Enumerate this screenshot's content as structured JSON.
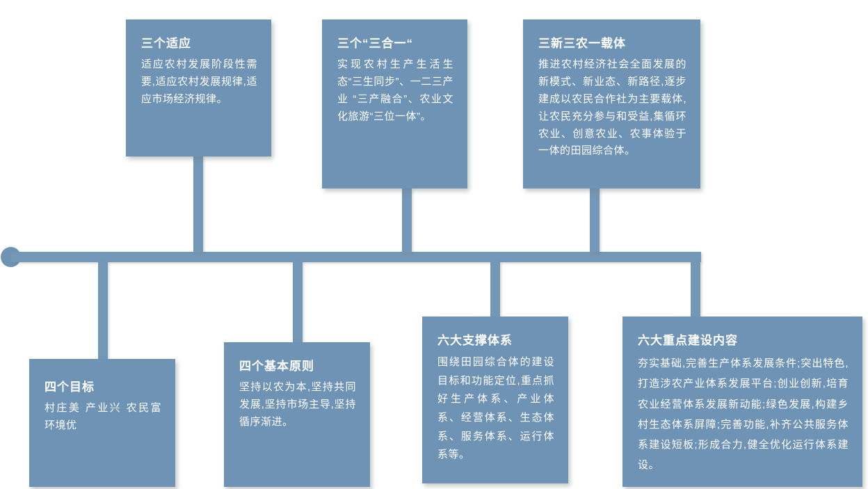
{
  "colors": {
    "box": "#6e93b4",
    "line": "#7397b6",
    "text": "#ffffff",
    "background": "#ffffff"
  },
  "boxes": [
    {
      "id": "three-adaptations",
      "position": "above-timeline",
      "title": "三个适应",
      "body": "适应农村发展阶段性需要,适应农村发展规律,适应市场经济规律。"
    },
    {
      "id": "three-in-one",
      "position": "above-timeline",
      "title": "三个“三合一“",
      "body": "实现农村生产生活生态“三生同步”、一二三产业 “三产融合”、农业文化旅游“三位一体”。"
    },
    {
      "id": "three-new-three-rural-one-carrier",
      "position": "above-timeline",
      "title": "三新三农一载体",
      "body": "推进农村经济社会全面发展的新模式、新业态、新路径,逐步建成以农民合作社为主要载体,让农民充分参与和受益,集循环农业、创意农业、农事体验于一体的田园综合体。"
    },
    {
      "id": "four-goals",
      "position": "below-timeline",
      "title": "四个目标",
      "body": "村庄美 产业兴 农民富 环境优"
    },
    {
      "id": "four-basic-principles",
      "position": "below-timeline",
      "title": "四个基本原则",
      "body": "坚持以农为本,坚持共同发展,坚持市场主导,坚持循序渐进。"
    },
    {
      "id": "six-support-systems",
      "position": "below-timeline",
      "title": "六大支撑体系",
      "body": "围绕田园综合体的建设目标和功能定位,重点抓好生产体系、产业体系、经营体系、生态体系、服务体系、运行体系等。"
    },
    {
      "id": "six-key-construction-contents",
      "position": "below-timeline",
      "title": "六大重点建设内容",
      "body": "夯实基础,完善生产体系发展条件;突出特色,打造涉农产业体系发展平台;创业创新,培育农业经营体系发展新动能;绿色发展,构建乡村生态体系屏障;完善功能,补齐公共服务体系建设短板;形成合力,健全优化运行体系建设。"
    }
  ]
}
